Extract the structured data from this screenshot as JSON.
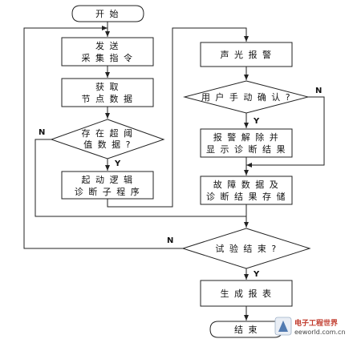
{
  "flowchart": {
    "start": "开  始",
    "send": [
      "发 送",
      "采 集 指 令"
    ],
    "fetch": [
      "获 取",
      "节 点 数 据"
    ],
    "threshold": [
      "存 在 超 阈",
      "值 数 据 ?"
    ],
    "logic": [
      "起 动 逻 辑",
      "诊 断 子 程 序"
    ],
    "alarm": "声 光 报 警",
    "confirm": "用 户 手 动 确 认 ?",
    "release": [
      "报 警 解 除 并",
      "显 示 诊 断 结 果"
    ],
    "store": [
      "故 障 数 据 及",
      "诊 断 结 果 存 储"
    ],
    "test_end": "试 验 结 束 ?",
    "report": "生 成 报 表",
    "end": "结  束",
    "label_yes": "Y",
    "label_no": "N"
  },
  "watermark": {
    "title": "电子工程世界",
    "url": "eeworld.com.cn"
  },
  "colors": {
    "stroke": "#222222",
    "watermark_red": "#c0392b",
    "watermark_blue": "#2a5d9f"
  }
}
